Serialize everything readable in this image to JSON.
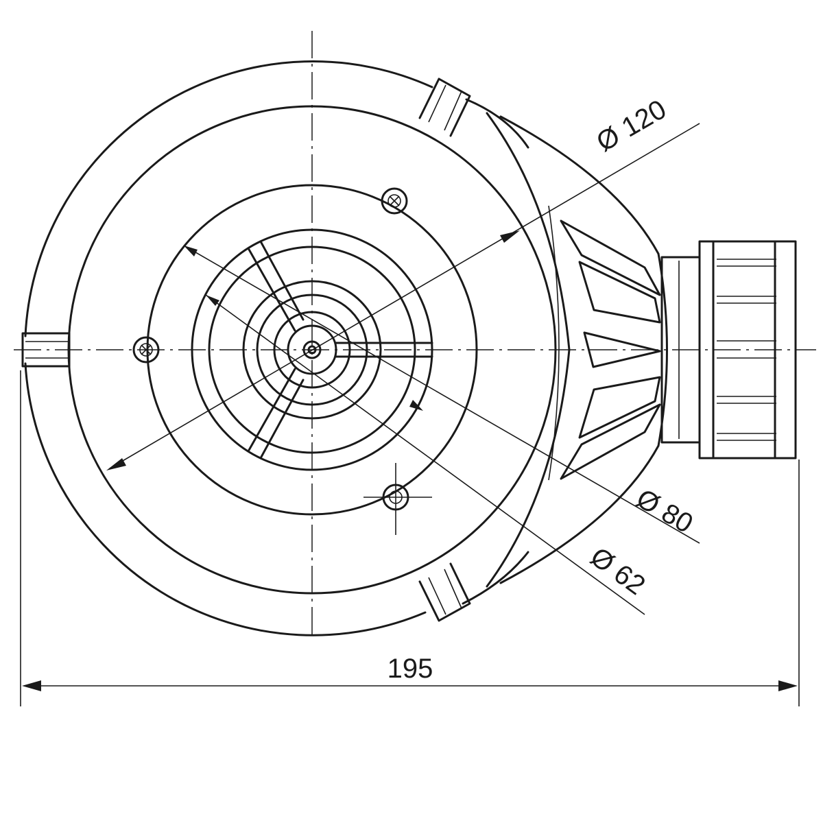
{
  "dimensions": {
    "overall_width": "195",
    "dia_outer": "Ø 120",
    "dia_mid": "Ø 80",
    "dia_inner": "Ø 62"
  },
  "colors": {
    "line": "#1a1a1a",
    "background": "#ffffff"
  }
}
